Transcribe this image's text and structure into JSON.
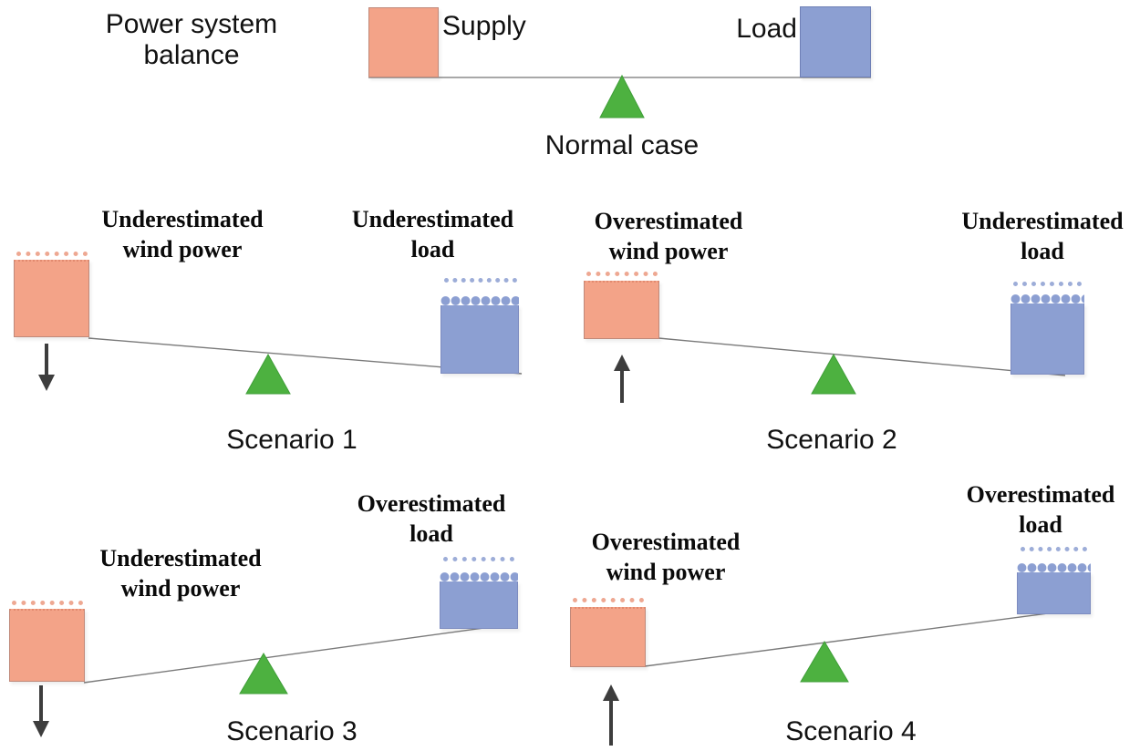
{
  "figure": {
    "title": "Power system balance",
    "normal_case": {
      "supply_label": "Supply",
      "load_label": "Load",
      "caption": "Normal case"
    },
    "scenarios": [
      {
        "caption": "Scenario 1",
        "wind_label": "Underestimated wind power",
        "load_label": "Underestimated load",
        "wind_arrow": "down",
        "tilt": "load-side-down"
      },
      {
        "caption": "Scenario 2",
        "wind_label": "Overestimated wind power",
        "load_label": "Underestimated load",
        "wind_arrow": "up",
        "tilt": "load-side-down"
      },
      {
        "caption": "Scenario 3",
        "wind_label": "Underestimated wind power",
        "load_label": "Overestimated load",
        "wind_arrow": "down",
        "tilt": "wind-side-down"
      },
      {
        "caption": "Scenario 4",
        "wind_label": "Overestimated wind power",
        "load_label": "Overestimated load",
        "wind_arrow": "up",
        "tilt": "wind-side-down"
      }
    ],
    "colors": {
      "supply_box": "#f3a388",
      "load_box": "#8c9fd2",
      "fulcrum_green": "#4db140",
      "beam_gray": "#8a8a8a",
      "arrow_dark": "#3d3d3d",
      "text_black": "#111111"
    }
  }
}
